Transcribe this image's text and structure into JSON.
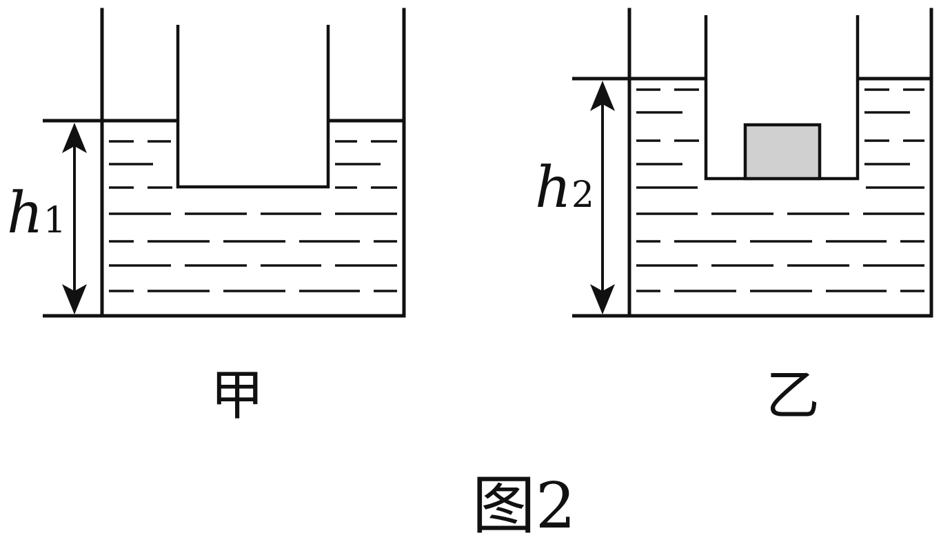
{
  "diagram": {
    "left": {
      "height_symbol": "h",
      "height_subscript": "1",
      "label": "甲"
    },
    "right": {
      "height_symbol": "h",
      "height_subscript": "2",
      "label": "乙"
    },
    "caption": "图2",
    "colors": {
      "line": "#111111",
      "block_fill": "#d0d0d0",
      "background": "#ffffff"
    }
  }
}
